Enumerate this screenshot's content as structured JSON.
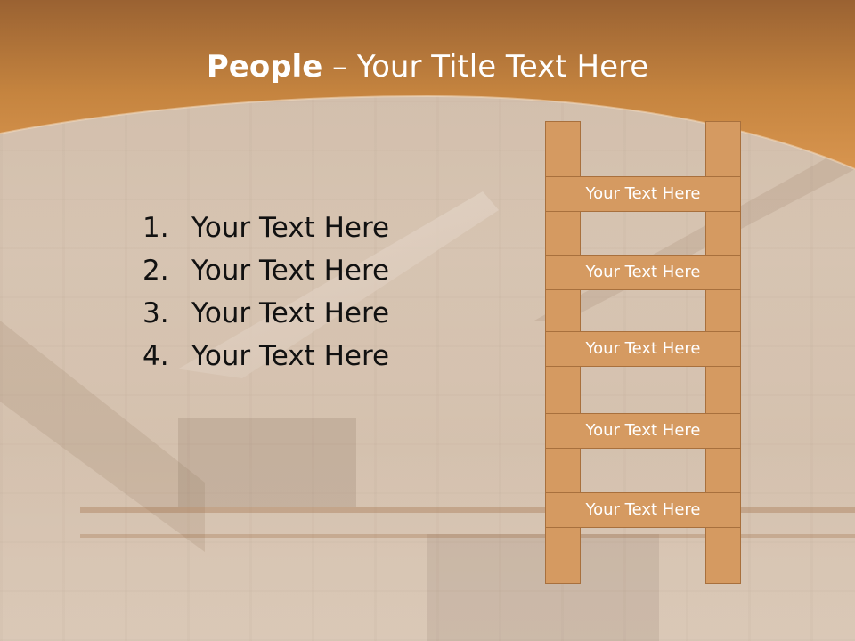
{
  "slide": {
    "title_bold": "People",
    "title_rest": " – Your Title Text Here",
    "list": [
      {
        "num": "1.",
        "text": "Your Text Here"
      },
      {
        "num": "2.",
        "text": "Your Text Here"
      },
      {
        "num": "3.",
        "text": "Your Text Here"
      },
      {
        "num": "4.",
        "text": "Your Text Here"
      }
    ],
    "ladder_steps": [
      "Your Text Here",
      "Your Text Here",
      "Your Text Here",
      "Your Text Here",
      "Your Text Here"
    ]
  },
  "colors": {
    "header_orange": "#cf8b46",
    "ladder_fill": "#d59a61",
    "ladder_border": "#a8703d",
    "text_dark": "#111111",
    "text_light": "#ffffff"
  }
}
